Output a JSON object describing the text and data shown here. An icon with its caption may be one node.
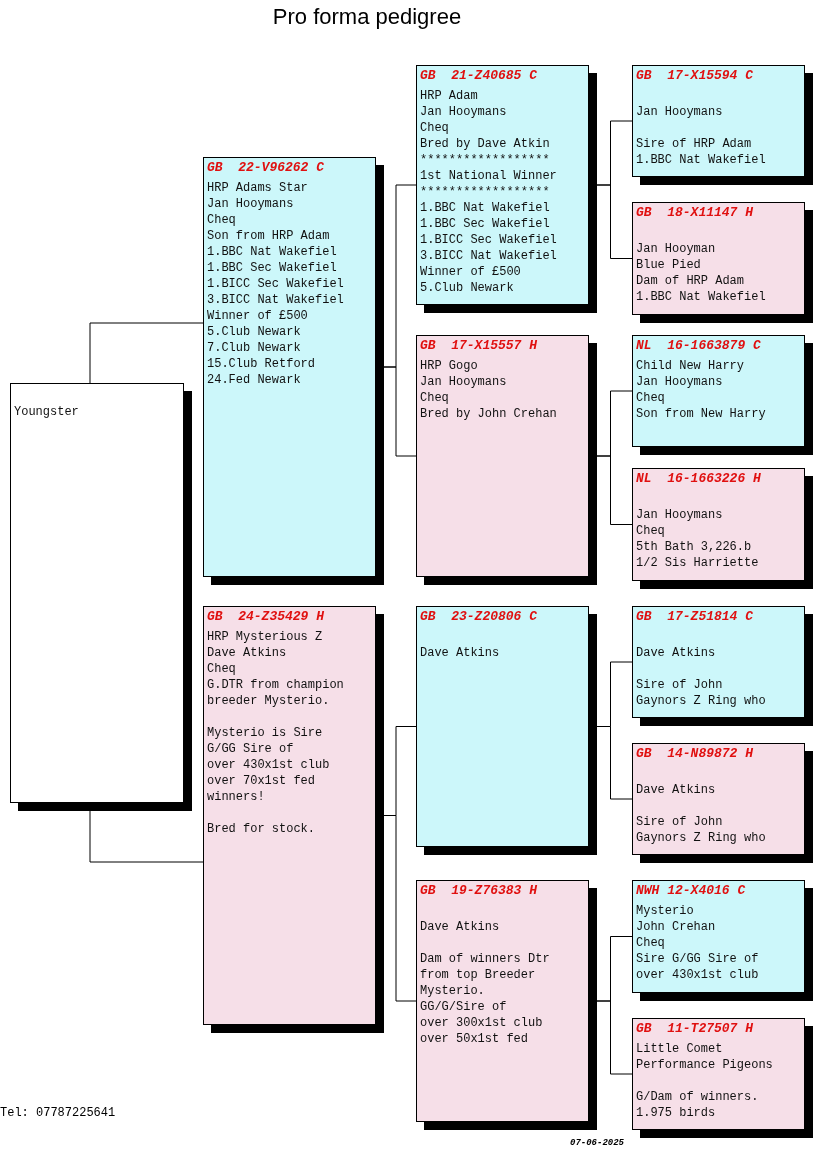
{
  "diagram": {
    "title": "Pro forma pedigree",
    "nodes": [
      {
        "text": [
          "Youngster"
        ]
      },
      {
        "text": [
          "GB  22-V96262 C",
          "HRP Adams Star",
          "Jan Hooymans",
          "Cheq",
          "Son from HRP Adam",
          "1.BBC Nat Wakefiel",
          "1.BBC Sec Wakefiel",
          "1.BICC Sec Wakefiel",
          "3.BICC Nat Wakefiel",
          "Winner of £500",
          "5.Club Newark",
          "7.Club Newark",
          "15.Club Retford",
          "24.Fed Newark"
        ]
      },
      {
        "text": [
          "GB  24-Z35429 H",
          "HRP Mysterious Z",
          "Dave Atkins",
          "Cheq",
          "G.DTR from champion",
          "breeder Mysterio.",
          "Mysterio is Sire",
          "G/GG Sire of",
          "over 430x1st club",
          "over 70x1st fed",
          "winners!",
          "Bred for stock."
        ]
      },
      {
        "text": [
          "GB  21-Z40685 C",
          "HRP Adam",
          "Jan Hooymans",
          "Cheq",
          "Bred by Dave Atkin",
          "******************",
          "1st National Winner",
          "******************",
          "1.BBC Nat Wakefiel",
          "1.BBC Sec Wakefiel",
          "1.BICC Sec Wakefiel",
          "3.BICC Nat Wakefiel",
          "Winner of £500",
          "5.Club Newark"
        ]
      },
      {
        "text": [
          "GB  17-X15557 H",
          "HRP Gogo",
          "Jan Hooymans",
          "Cheq",
          "Bred by John Crehan"
        ]
      },
      {
        "text": [
          "GB  23-Z20806 C",
          "Dave Atkins"
        ]
      },
      {
        "text": [
          "GB  19-Z76383 H",
          "Dave Atkins",
          "Dam of winners Dtr",
          "from top Breeder",
          "Mysterio.",
          "GG/G/Sire of",
          "over 300x1st club",
          "over 50x1st fed"
        ]
      },
      {
        "text": [
          "GB  17-X15594 C",
          "Jan Hooymans",
          "Sire of HRP Adam",
          "1.BBC Nat Wakefiel"
        ]
      },
      {
        "text": [
          "GB  18-X11147 H",
          "Jan Hooyman",
          "Blue Pied",
          "Dam of HRP Adam",
          "1.BBC Nat Wakefiel"
        ]
      },
      {
        "text": [
          "NL  16-1663879 C",
          "Child New Harry",
          "Jan Hooymans",
          "Cheq",
          "Son from New Harry"
        ]
      },
      {
        "text": [
          "NL  16-1663226 H",
          "Jan Hooymans",
          "Cheq",
          "5th Bath 3,226.b",
          "1/2 Sis Harriette"
        ]
      },
      {
        "text": [
          "GB  17-Z51814 C",
          "Dave Atkins",
          "Sire of John",
          "Gaynors Z Ring who"
        ]
      },
      {
        "text": [
          "GB  14-N89872 H",
          "Dave Atkins",
          "Sire of John",
          "Gaynors Z Ring who"
        ]
      },
      {
        "text": [
          "NWH 12-X4016 C",
          "Mysterio",
          "John Crehan",
          "Cheq",
          "Sire G/GG Sire of",
          "over 430x1st club"
        ]
      },
      {
        "text": [
          "GB  11-T27507 H",
          "Little Comet",
          "Performance Pigeons",
          "G/Dam of winners.",
          "1.975 birds"
        ]
      }
    ],
    "edges": [
      {
        "from": 0,
        "to": 1,
        "arrow": "none"
      },
      {
        "from": 0,
        "to": 2,
        "arrow": "none"
      },
      {
        "from": 1,
        "to": 3,
        "arrow": "none"
      },
      {
        "from": 1,
        "to": 4,
        "arrow": "none"
      },
      {
        "from": 2,
        "to": 5,
        "arrow": "none"
      },
      {
        "from": 2,
        "to": 6,
        "arrow": "none"
      },
      {
        "from": 3,
        "to": 7,
        "arrow": "none"
      },
      {
        "from": 3,
        "to": 8,
        "arrow": "none"
      },
      {
        "from": 4,
        "to": 9,
        "arrow": "none"
      },
      {
        "from": 4,
        "to": 10,
        "arrow": "none"
      },
      {
        "from": 5,
        "to": 11,
        "arrow": "none"
      },
      {
        "from": 5,
        "to": 12,
        "arrow": "none"
      },
      {
        "from": 6,
        "to": 13,
        "arrow": "none"
      },
      {
        "from": 6,
        "to": 14,
        "arrow": "none"
      }
    ],
    "labels": [
      "Tel: 07787225641",
      "07-06-2025"
    ]
  }
}
